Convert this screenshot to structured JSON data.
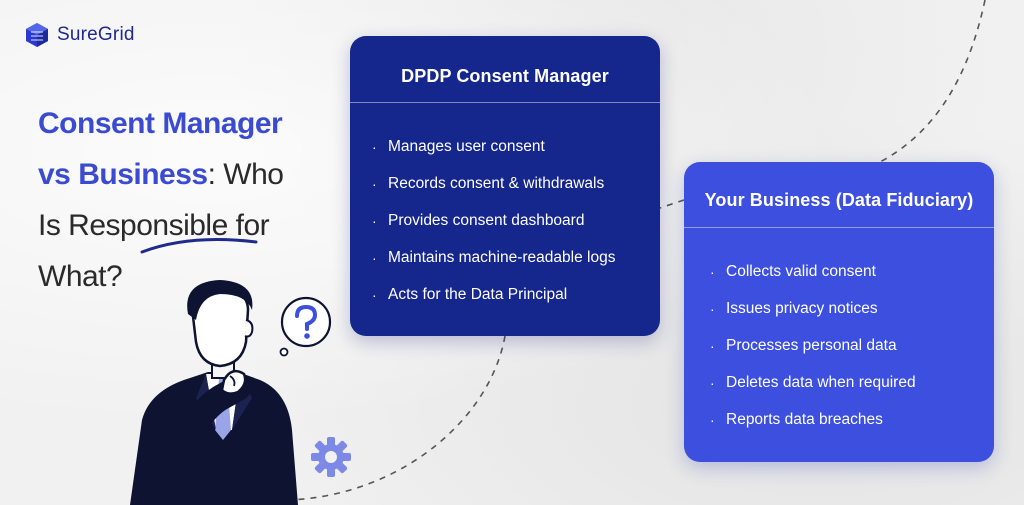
{
  "brand": {
    "name": "SureGrid",
    "icon": "cube-logo-icon"
  },
  "headline": {
    "line1_accent": "Consent Manager",
    "line2_accent": "vs Business",
    "line2_rest": ": Who",
    "line3": "Is Responsible for",
    "line4": "What?"
  },
  "illustrations": {
    "person": "businessman-thinking-illustration",
    "bubble": "question-mark-bubble-icon",
    "gear": "gear-icon"
  },
  "colors": {
    "accent": "#3a4bd2",
    "card_dark": "#15268d",
    "card_light": "#3c4fdf",
    "text": "#2a2a2a"
  },
  "consent_manager": {
    "title": "DPDP Consent Manager",
    "items": [
      "Manages user consent",
      "Records consent & withdrawals",
      "Provides consent dashboard",
      "Maintains machine-readable logs",
      "Acts for the Data Principal"
    ]
  },
  "business": {
    "title": "Your Business (Data Fiduciary)",
    "items": [
      "Collects valid consent",
      "Issues privacy notices",
      "Processes personal data",
      "Deletes data when required",
      "Reports data breaches"
    ]
  }
}
